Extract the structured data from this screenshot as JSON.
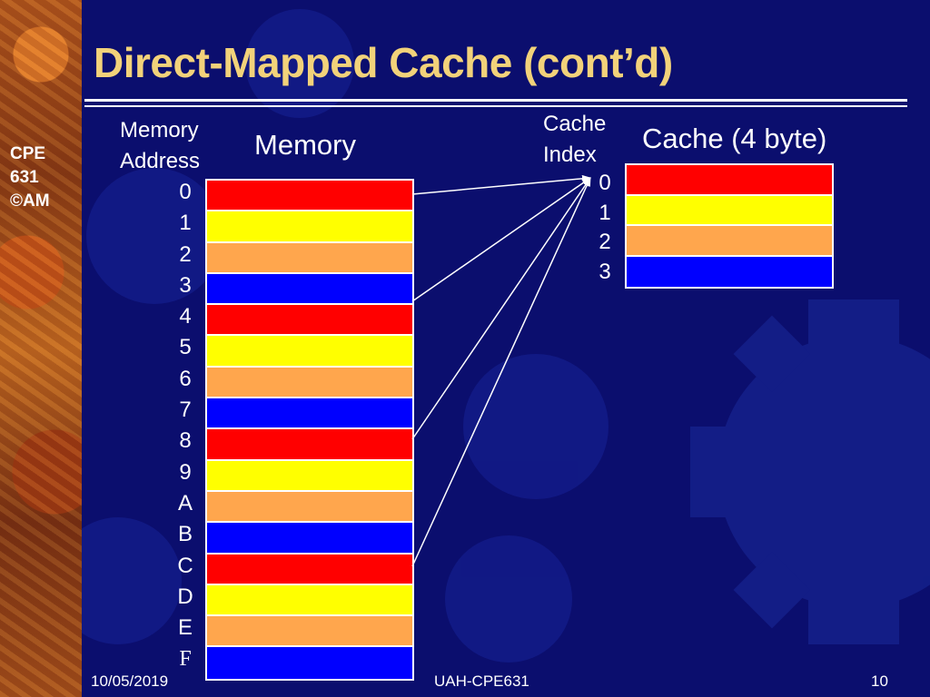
{
  "sidebar": {
    "lines": [
      "CPE",
      "631",
      "©AM"
    ]
  },
  "title": "Direct-Mapped Cache (cont’d)",
  "memory": {
    "address_header": [
      "Memory",
      "Address"
    ],
    "header": "Memory",
    "addresses": [
      "0",
      "1",
      "2",
      "3",
      "4",
      "5",
      "6",
      "7",
      "8",
      "9",
      "A",
      "B",
      "C",
      "D",
      "E",
      "F"
    ],
    "color_pattern": [
      "#ff0000",
      "#ffff00",
      "#ffa64d",
      "#0000ff"
    ]
  },
  "cache": {
    "index_header": [
      "Cache",
      "Index"
    ],
    "header": "Cache (4 byte)",
    "indices": [
      "0",
      "1",
      "2",
      "3"
    ]
  },
  "mapping": {
    "addresses_mapped_to_index_0": [
      "0",
      "4",
      "8",
      "C"
    ]
  },
  "footer": {
    "date": "10/05/2019",
    "center": "UAH-CPE631",
    "page": "10"
  }
}
